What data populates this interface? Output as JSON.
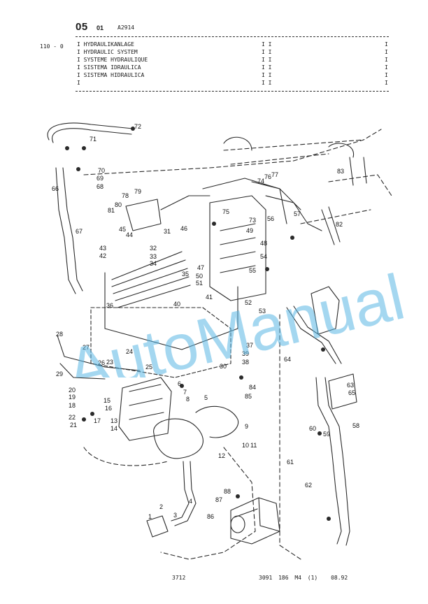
{
  "header": {
    "section": "05",
    "subsection": "01",
    "drawing_code": "A2914",
    "group_code": "110 - 0"
  },
  "titles": [
    "I HYDRAULIKANLAGE",
    "I HYDRAULIC SYSTEM",
    "I SYSTEME HYDRAULIQUE",
    "I SISTEMA IDRAULICA",
    "I SISTEMA HIDRAULICA",
    "I"
  ],
  "column_marks": {
    "middle": [
      "I I",
      "I I",
      "I I",
      "I I",
      "I I",
      "I I"
    ],
    "right": [
      "I",
      "I",
      "I",
      "I",
      "I",
      "I"
    ]
  },
  "watermark": "AutoManual",
  "callouts": [
    "1",
    "2",
    "3",
    "4",
    "5",
    "6",
    "7",
    "8",
    "9",
    "10",
    "11",
    "12",
    "13",
    "14",
    "15",
    "16",
    "17",
    "18",
    "19",
    "20",
    "21",
    "22",
    "23",
    "24",
    "25",
    "26",
    "27",
    "28",
    "29",
    "30",
    "31",
    "32",
    "33",
    "34",
    "35",
    "36",
    "37",
    "38",
    "39",
    "40",
    "41",
    "42",
    "43",
    "44",
    "45",
    "46",
    "47",
    "48",
    "49",
    "50",
    "51",
    "52",
    "53",
    "54",
    "55",
    "56",
    "57",
    "58",
    "59",
    "60",
    "61",
    "62",
    "63",
    "64",
    "65",
    "66",
    "67",
    "68",
    "69",
    "70",
    "71",
    "72",
    "73",
    "74",
    "75",
    "76",
    "77",
    "78",
    "79",
    "80",
    "81",
    "82",
    "83",
    "84",
    "85",
    "86",
    "87",
    "88"
  ],
  "footer": {
    "page_number": "3712",
    "document_ref": "3091 186 M4 (1)",
    "date": "08.92"
  }
}
